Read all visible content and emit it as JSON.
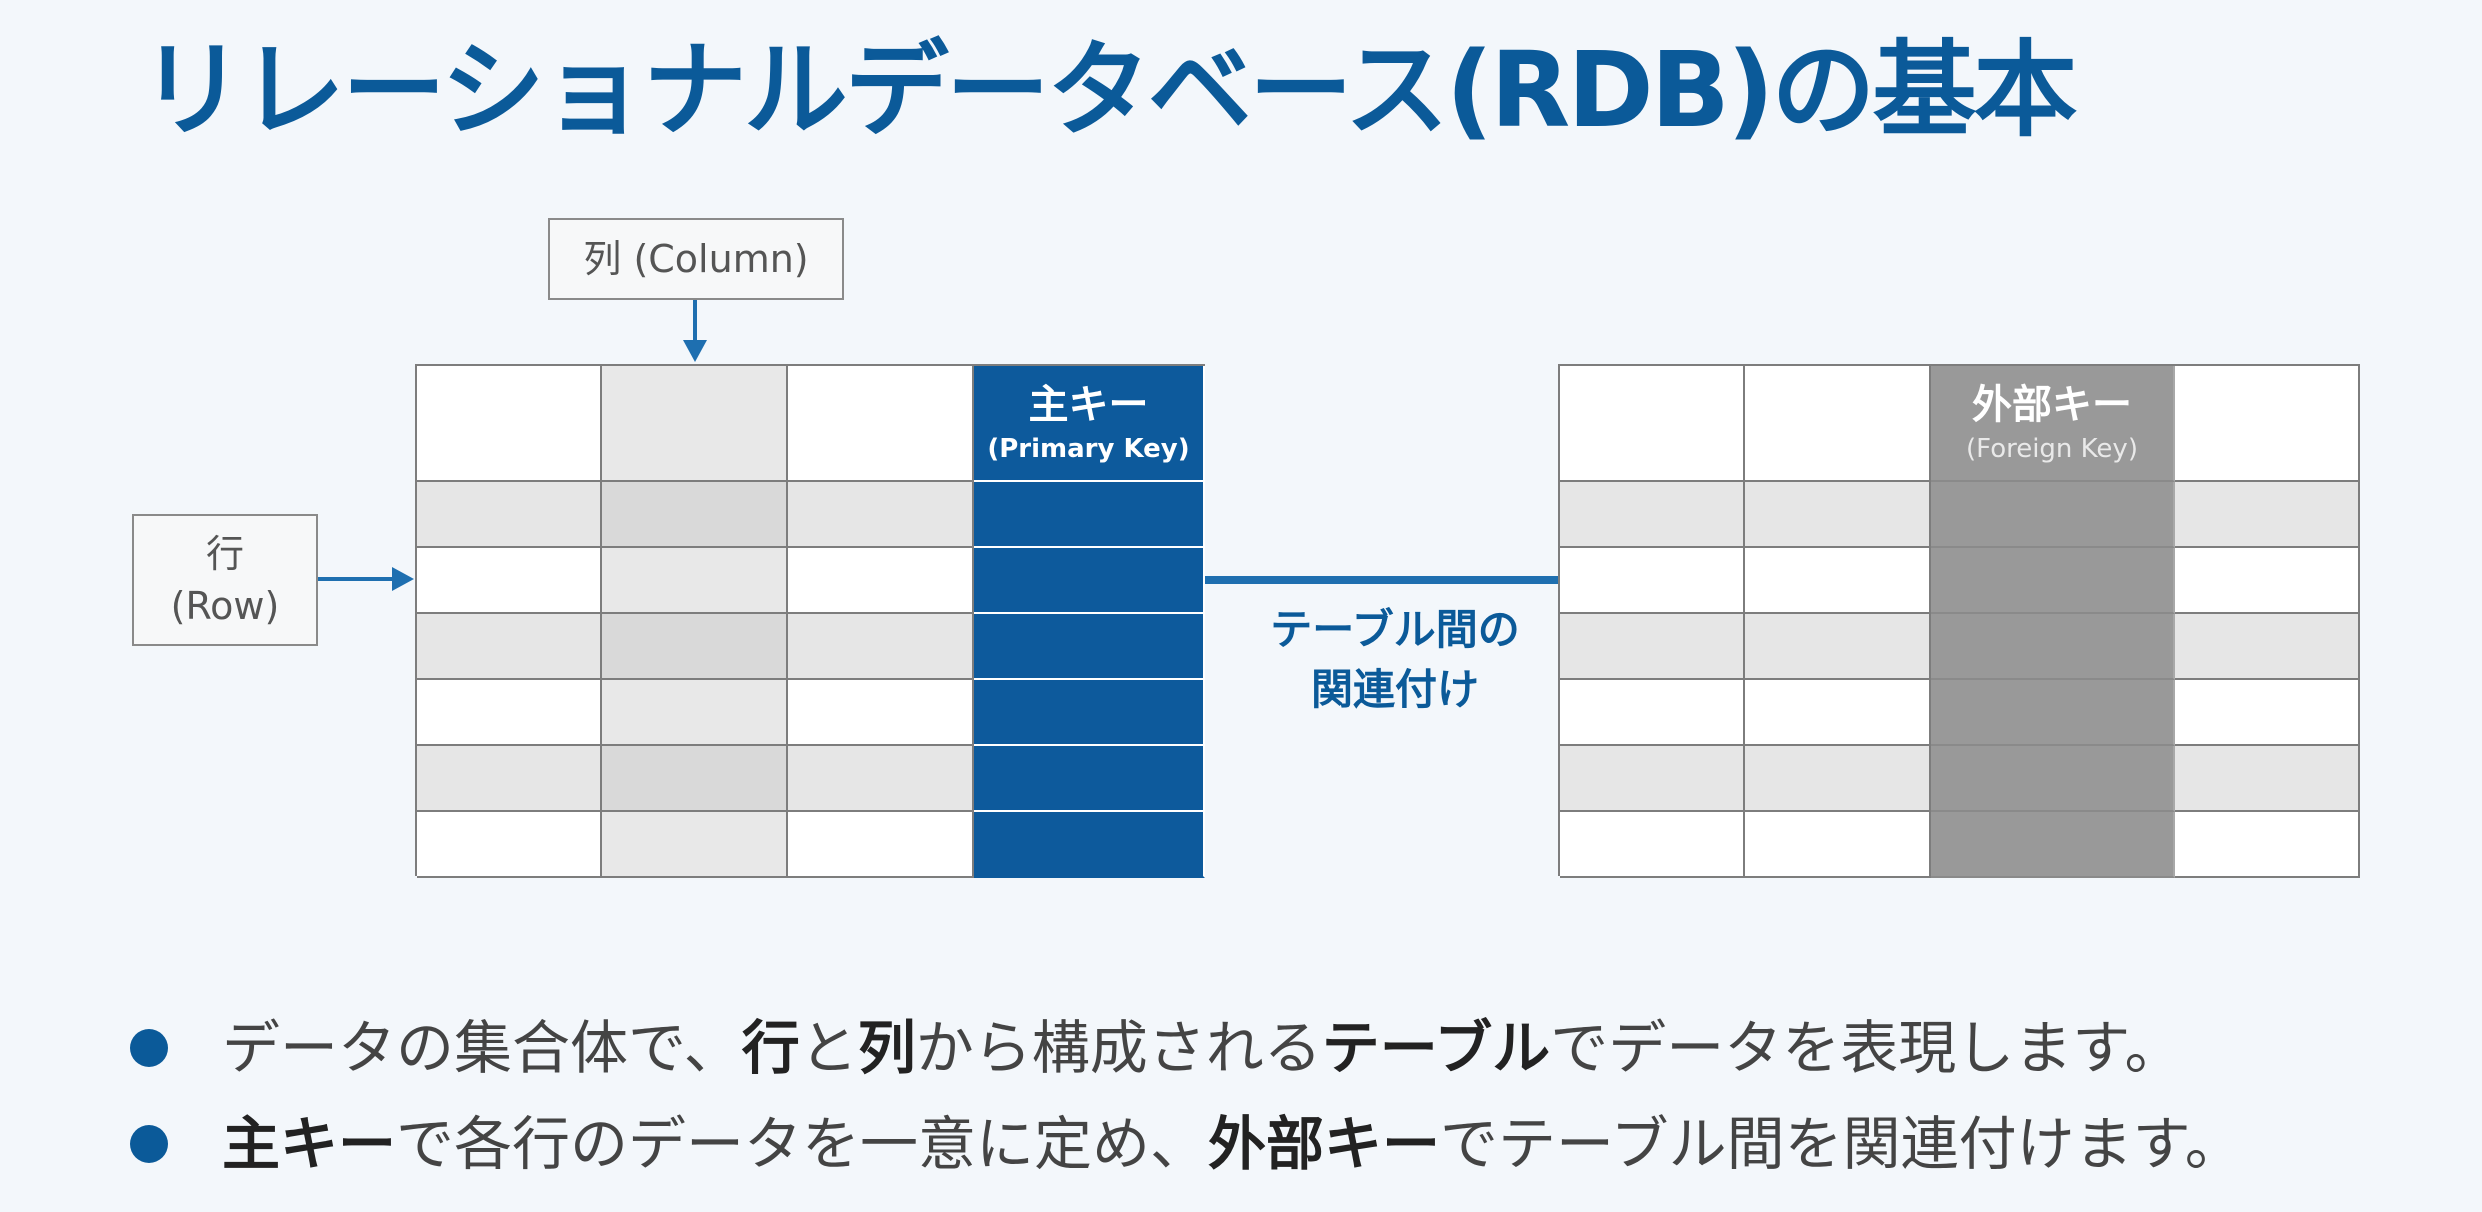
{
  "title": "リレーショナルデータベース(RDB)の基本",
  "labels": {
    "column": "列 (Column)",
    "row_line1": "行",
    "row_line2": "(Row)"
  },
  "primary_key": {
    "title": "主キー",
    "subtitle": "(Primary Key)"
  },
  "foreign_key": {
    "title": "外部キー",
    "subtitle": "(Foreign Key)"
  },
  "relation": {
    "line1": "テーブル間の",
    "line2": "関連付け"
  },
  "bullets": [
    {
      "segments": [
        {
          "text": "データの集合体で、",
          "bold": false
        },
        {
          "text": "行",
          "bold": true
        },
        {
          "text": "と",
          "bold": false
        },
        {
          "text": "列",
          "bold": true
        },
        {
          "text": "から構成される",
          "bold": false
        },
        {
          "text": "テーブル",
          "bold": true
        },
        {
          "text": "でデータを表現します。",
          "bold": false
        }
      ]
    },
    {
      "segments": [
        {
          "text": "主キー",
          "bold": true
        },
        {
          "text": "で各行のデータを一意に定め、",
          "bold": false
        },
        {
          "text": "外部キー",
          "bold": true
        },
        {
          "text": "でテーブル間を関連付けます。",
          "bold": false
        }
      ]
    }
  ],
  "colors": {
    "title": "#0b5a99",
    "primary_key_fill": "#0d5a9c",
    "foreign_key_fill": "#999999",
    "arrow": "#1e6fb0",
    "background": "#f3f7fb"
  }
}
